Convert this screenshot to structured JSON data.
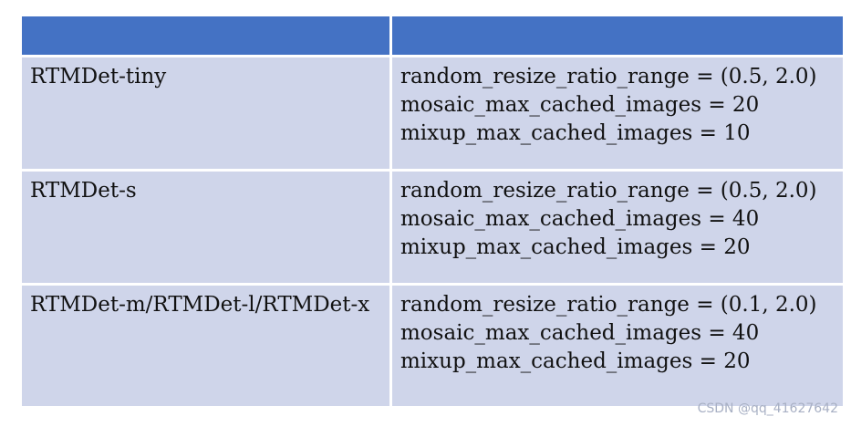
{
  "table": {
    "headers": [
      "",
      ""
    ],
    "rows": [
      {
        "model": "RTMDet-tiny",
        "params": [
          "random_resize_ratio_range = (0.5, 2.0)",
          "mosaic_max_cached_images = 20",
          "mixup_max_cached_images = 10"
        ]
      },
      {
        "model": "RTMDet-s",
        "params": [
          "random_resize_ratio_range = (0.5, 2.0)",
          "mosaic_max_cached_images = 40",
          "mixup_max_cached_images = 20"
        ]
      },
      {
        "model": "RTMDet-m/RTMDet-l/RTMDet-x",
        "params": [
          "random_resize_ratio_range = (0.1, 2.0)",
          "mosaic_max_cached_images = 40",
          "mixup_max_cached_images = 20"
        ]
      }
    ]
  },
  "watermark": "CSDN @qq_41627642",
  "colors": {
    "header": "#4472c4",
    "row": "#cfd5ea",
    "text": "#111111"
  }
}
